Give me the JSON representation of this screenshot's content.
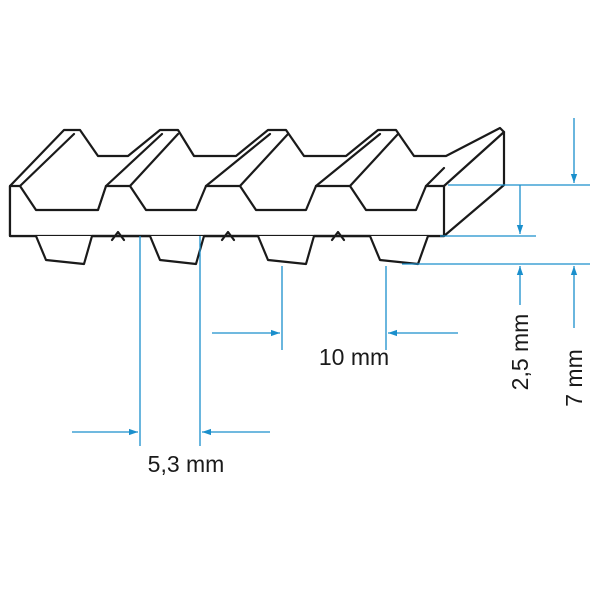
{
  "dimensions": {
    "pitch": "10 mm",
    "tooth_width": "5,3 mm",
    "tooth_height": "2,5 mm",
    "belt_height": "7 mm"
  },
  "colors": {
    "outline": "#1a1a1a",
    "dimension": "#1a8fcc",
    "background": "#ffffff"
  }
}
